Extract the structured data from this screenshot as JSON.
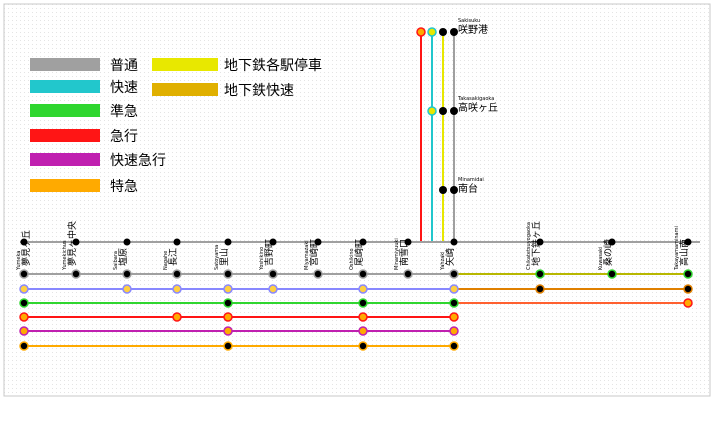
{
  "legend": {
    "items": [
      {
        "label": "普通",
        "color": "#a0a0a0"
      },
      {
        "label": "快速",
        "color": "#22c7cc"
      },
      {
        "label": "準急",
        "color": "#2fd62f"
      },
      {
        "label": "急行",
        "color": "#ff1515"
      },
      {
        "label": "快速急行",
        "color": "#c020b0"
      },
      {
        "label": "特急",
        "color": "#ffaa00"
      },
      {
        "label": "地下鉄各駅停車",
        "color": "#e8e800"
      },
      {
        "label": "地下鉄快速",
        "color": "#e0b000"
      }
    ]
  },
  "stations": {
    "main": [
      {
        "romaji": "Yumeka",
        "name": "夢見ヶ丘"
      },
      {
        "romaji": "Yumekichus",
        "name": "夢見ヶ中央"
      },
      {
        "romaji": "Saibara",
        "name": "塩原"
      },
      {
        "romaji": "Nagahe",
        "name": "長江"
      },
      {
        "romaji": "Satoyama",
        "name": "里山"
      },
      {
        "romaji": "Yoshikino",
        "name": "吉野町"
      },
      {
        "romaji": "Miyamazaki",
        "name": "宮崎町"
      },
      {
        "romaji": "Oshikino",
        "name": "尾崎町"
      },
      {
        "romaji": "Minamiyuuki",
        "name": "南雪口"
      },
      {
        "romaji": "Yahzaki",
        "name": "矢崎"
      }
    ],
    "east": [
      {
        "romaji": "Chikatetsuyogaoka",
        "name": "地下鉄ヶ丘"
      },
      {
        "romaji": "Kuwasaki",
        "name": "桑の崎"
      },
      {
        "romaji": "Takayamaminami",
        "name": "高山南"
      }
    ],
    "branch": [
      {
        "romaji": "Sakisuku",
        "name": "咲野港"
      },
      {
        "romaji": "Takasakigaoka",
        "name": "高咲ヶ丘"
      },
      {
        "romaji": "Minamidai",
        "name": "南台"
      }
    ]
  }
}
